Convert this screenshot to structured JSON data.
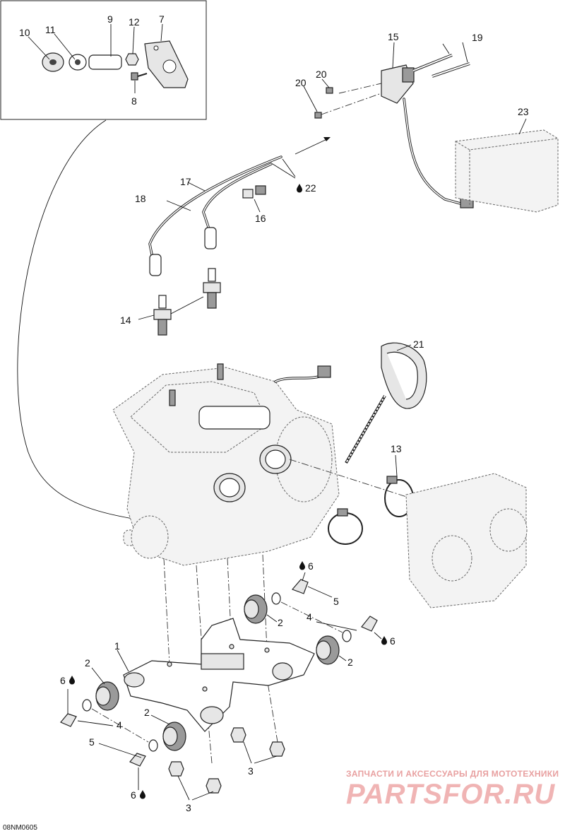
{
  "diagram_code": "08NM0605",
  "watermark": {
    "tagline": "ЗАПЧАСТИ И АКСЕССУАРЫ ДЛЯ МОТОТЕХНИКИ",
    "logo": "PARTSFOR.RU"
  },
  "callouts": {
    "c1": "1",
    "c2a": "2",
    "c2b": "2",
    "c2c": "2",
    "c2d": "2",
    "c3a": "3",
    "c3b": "3",
    "c4a": "4",
    "c4b": "4",
    "c5a": "5",
    "c5b": "5",
    "c6a": "6",
    "c6b": "6",
    "c6c": "6",
    "c6d": "6",
    "c7": "7",
    "c8": "8",
    "c9": "9",
    "c10": "10",
    "c11": "11",
    "c12": "12",
    "c13": "13",
    "c14": "14",
    "c15": "15",
    "c16": "16",
    "c17": "17",
    "c18": "18",
    "c19": "19",
    "c20a": "20",
    "c20b": "20",
    "c21": "21",
    "c22": "22",
    "c23": "23"
  },
  "icons": {
    "lubricant": "oil-drop-icon"
  }
}
